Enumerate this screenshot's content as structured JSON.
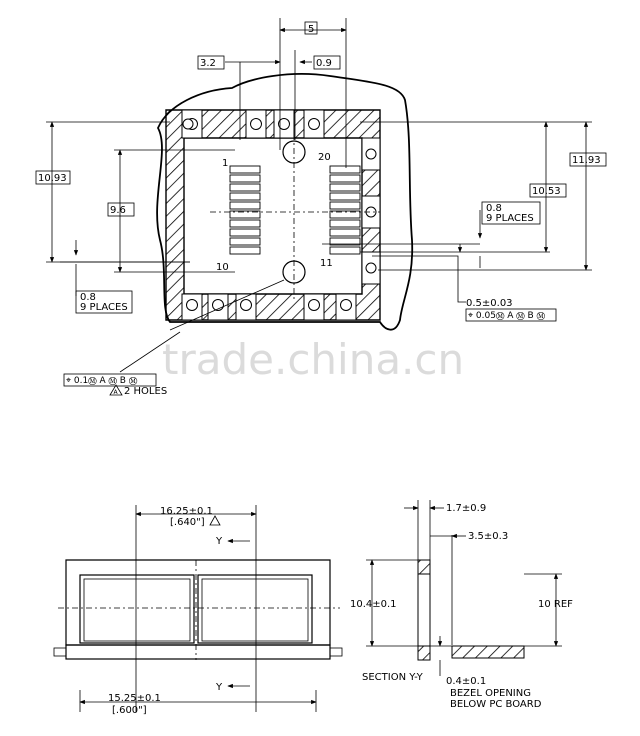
{
  "top_view": {
    "dim_5": "5",
    "dim_3_2": "3.2",
    "dim_0_9": "0.9",
    "dim_10_93": "10.93",
    "dim_9_6": "9.6",
    "dim_10_53": "10.53",
    "dim_11_93": "11.93",
    "pin_1": "1",
    "pin_20": "20",
    "pin_10": "10",
    "pin_11": "11",
    "note_right_line1": "0.8",
    "note_right_line2": "9 PLACES",
    "note_left_line1": "0.8",
    "note_left_line2": "9 PLACES",
    "tol_0_5": "0.5±0.03",
    "fcf_right": "⌖ 0.05Ⓜ A Ⓜ B Ⓜ",
    "fcf_left": "⌖ 0.1Ⓜ A Ⓜ B Ⓜ",
    "holes_note": "2 HOLES",
    "datum_a": "A"
  },
  "front_view": {
    "dim_top_line1": "16.25±0.1",
    "dim_top_line2": "[.640\"]",
    "section_y_top": "Y",
    "section_y_bottom": "Y",
    "dim_bottom_line1": "15.25±0.1",
    "dim_bottom_line2": "[.600\"]"
  },
  "section_view": {
    "dim_1_7": "1.7±0.9",
    "dim_3_5": "3.5±0.3",
    "dim_10_4": "10.4±0.1",
    "dim_10_ref": "10 REF",
    "dim_0_4": "0.4±0.1",
    "section_label": "SECTION  Y-Y",
    "note_line1": "BEZEL OPENING",
    "note_line2": "BELOW PC BOARD"
  },
  "watermark": "trade.china.cn"
}
